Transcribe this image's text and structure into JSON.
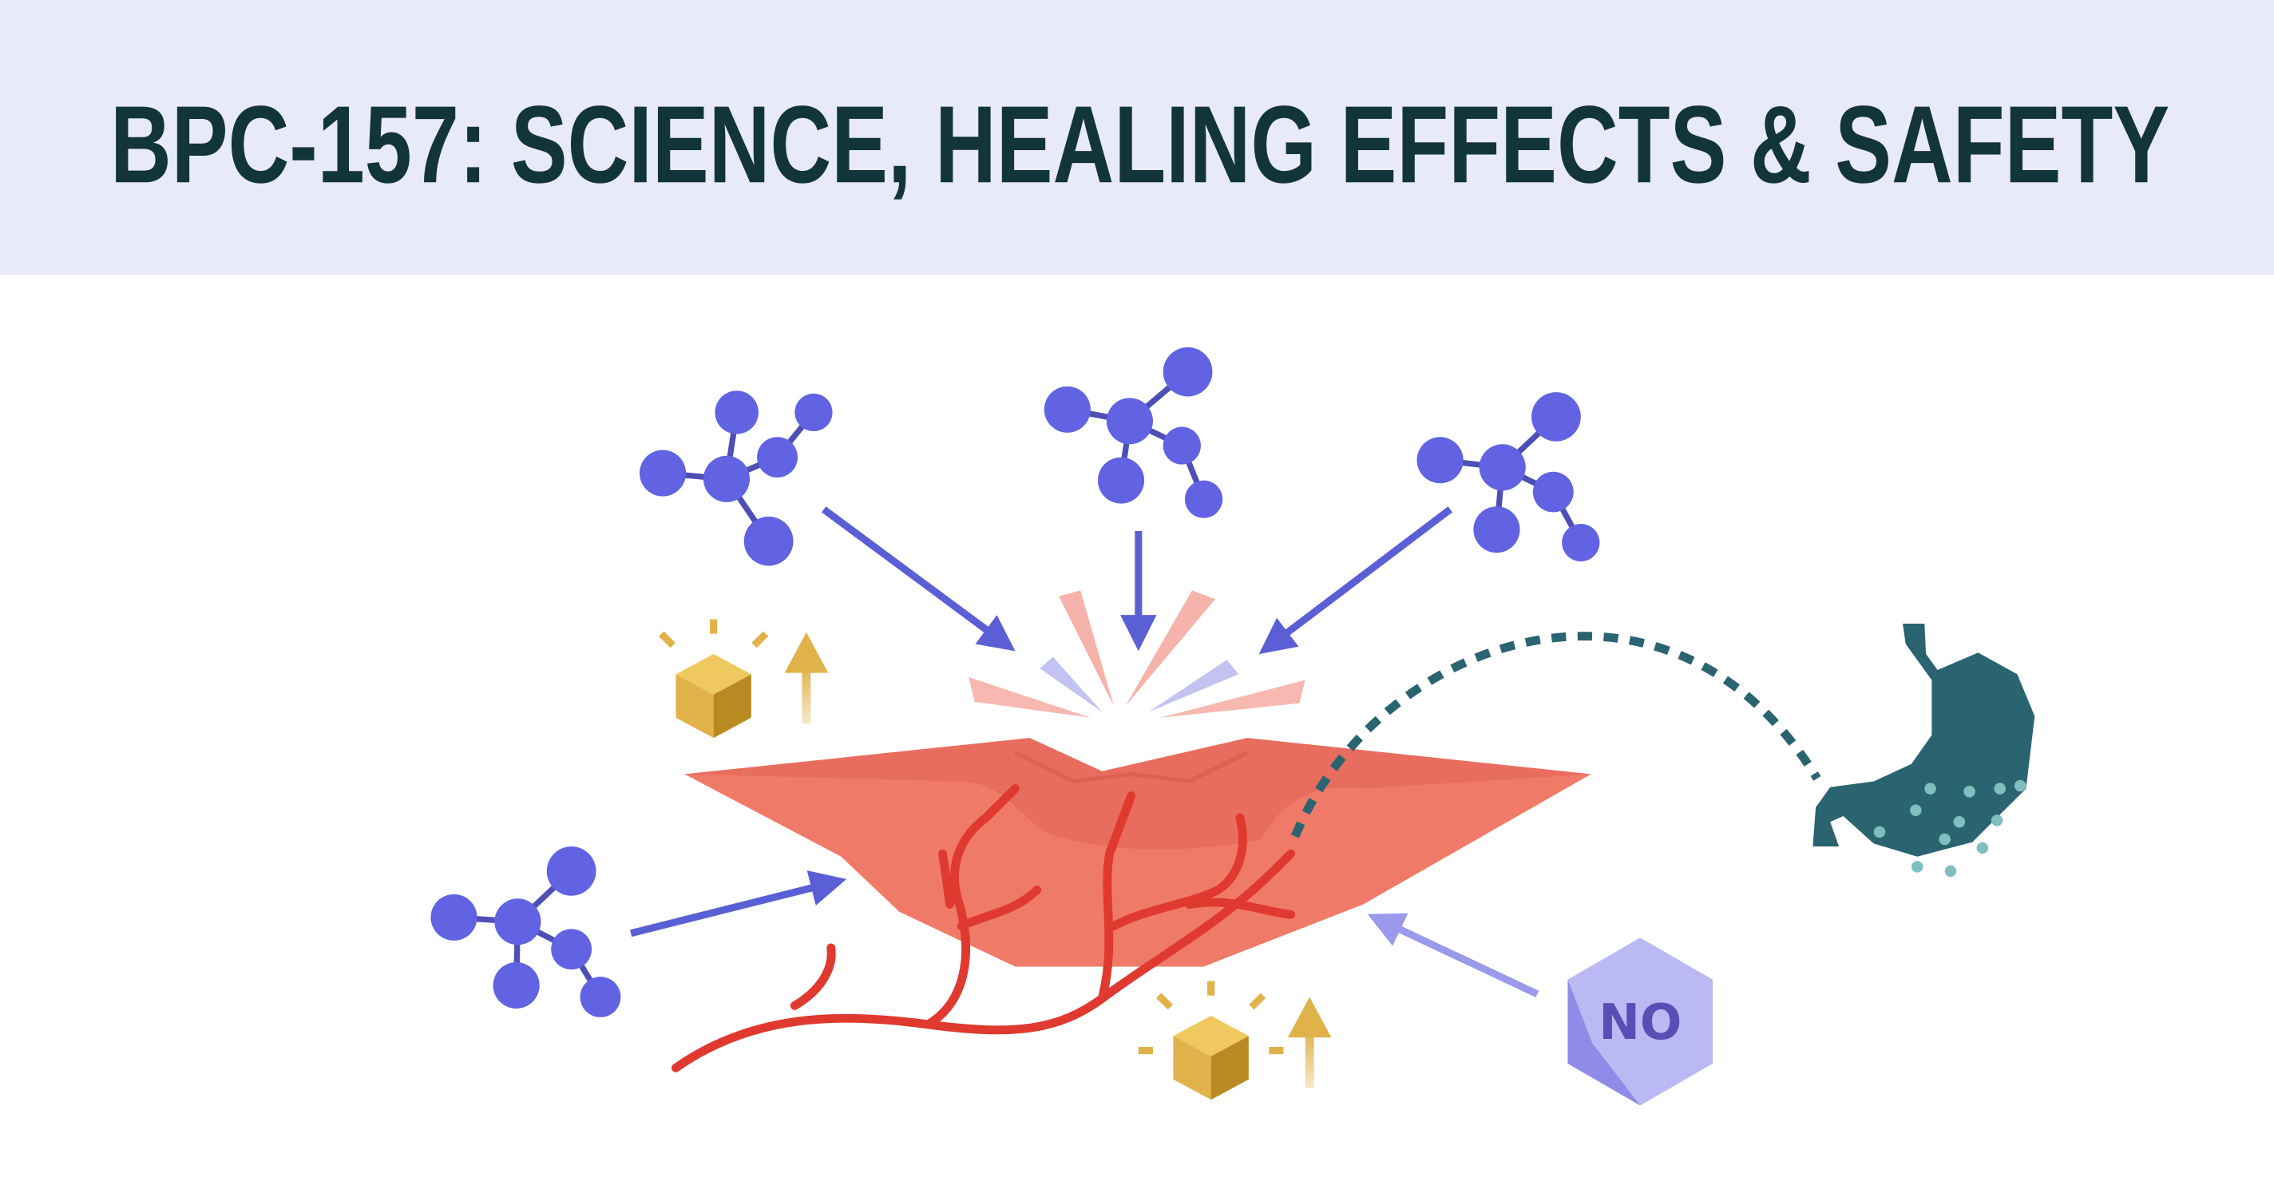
{
  "header": {
    "title": "BPC-157: SCIENCE, HEALING EFFECTS & SAFETY"
  },
  "labels": {
    "nitric_oxide": "NO"
  },
  "icons": [
    "molecule-icon",
    "arrow-icon",
    "burst-icon",
    "tissue-wound",
    "blood-vessel",
    "growth-factor-cube-icon",
    "up-arrow-icon",
    "stomach-icon",
    "hexagon-icon"
  ],
  "colors": {
    "header_bg": "#e8e9fa",
    "title": "#12343b",
    "molecule": "#6163e2",
    "tissue": "#f07a68",
    "vessel": "#e0392f",
    "gold": "#e0b24a",
    "stomach": "#2a6470",
    "no_hexagon": "#bab9f3"
  }
}
